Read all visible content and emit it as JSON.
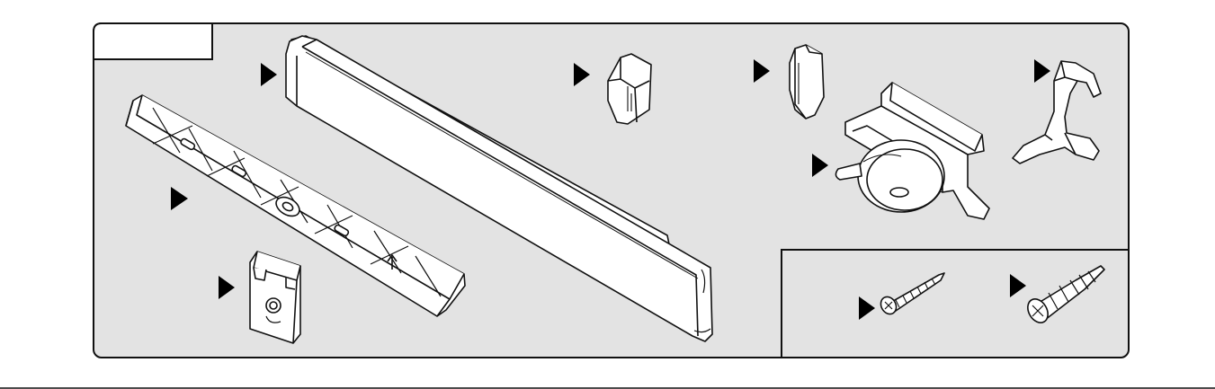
{
  "diagram": {
    "label_box_text": "",
    "colors": {
      "panel": "#e3e3e3",
      "stroke": "#111111",
      "part_fill": "#ffffff",
      "marker": "#000000"
    },
    "parts": [
      {
        "name": "mounting-rail",
        "marker": true
      },
      {
        "name": "cover-profile",
        "marker": true
      },
      {
        "name": "end-cap-left",
        "marker": true
      },
      {
        "name": "end-cap-right",
        "marker": true
      },
      {
        "name": "motor-housing",
        "marker": true
      },
      {
        "name": "support-bracket",
        "marker": true
      },
      {
        "name": "clip-bracket",
        "marker": true
      },
      {
        "name": "screw",
        "marker": true
      },
      {
        "name": "wall-anchor",
        "marker": true
      }
    ]
  }
}
